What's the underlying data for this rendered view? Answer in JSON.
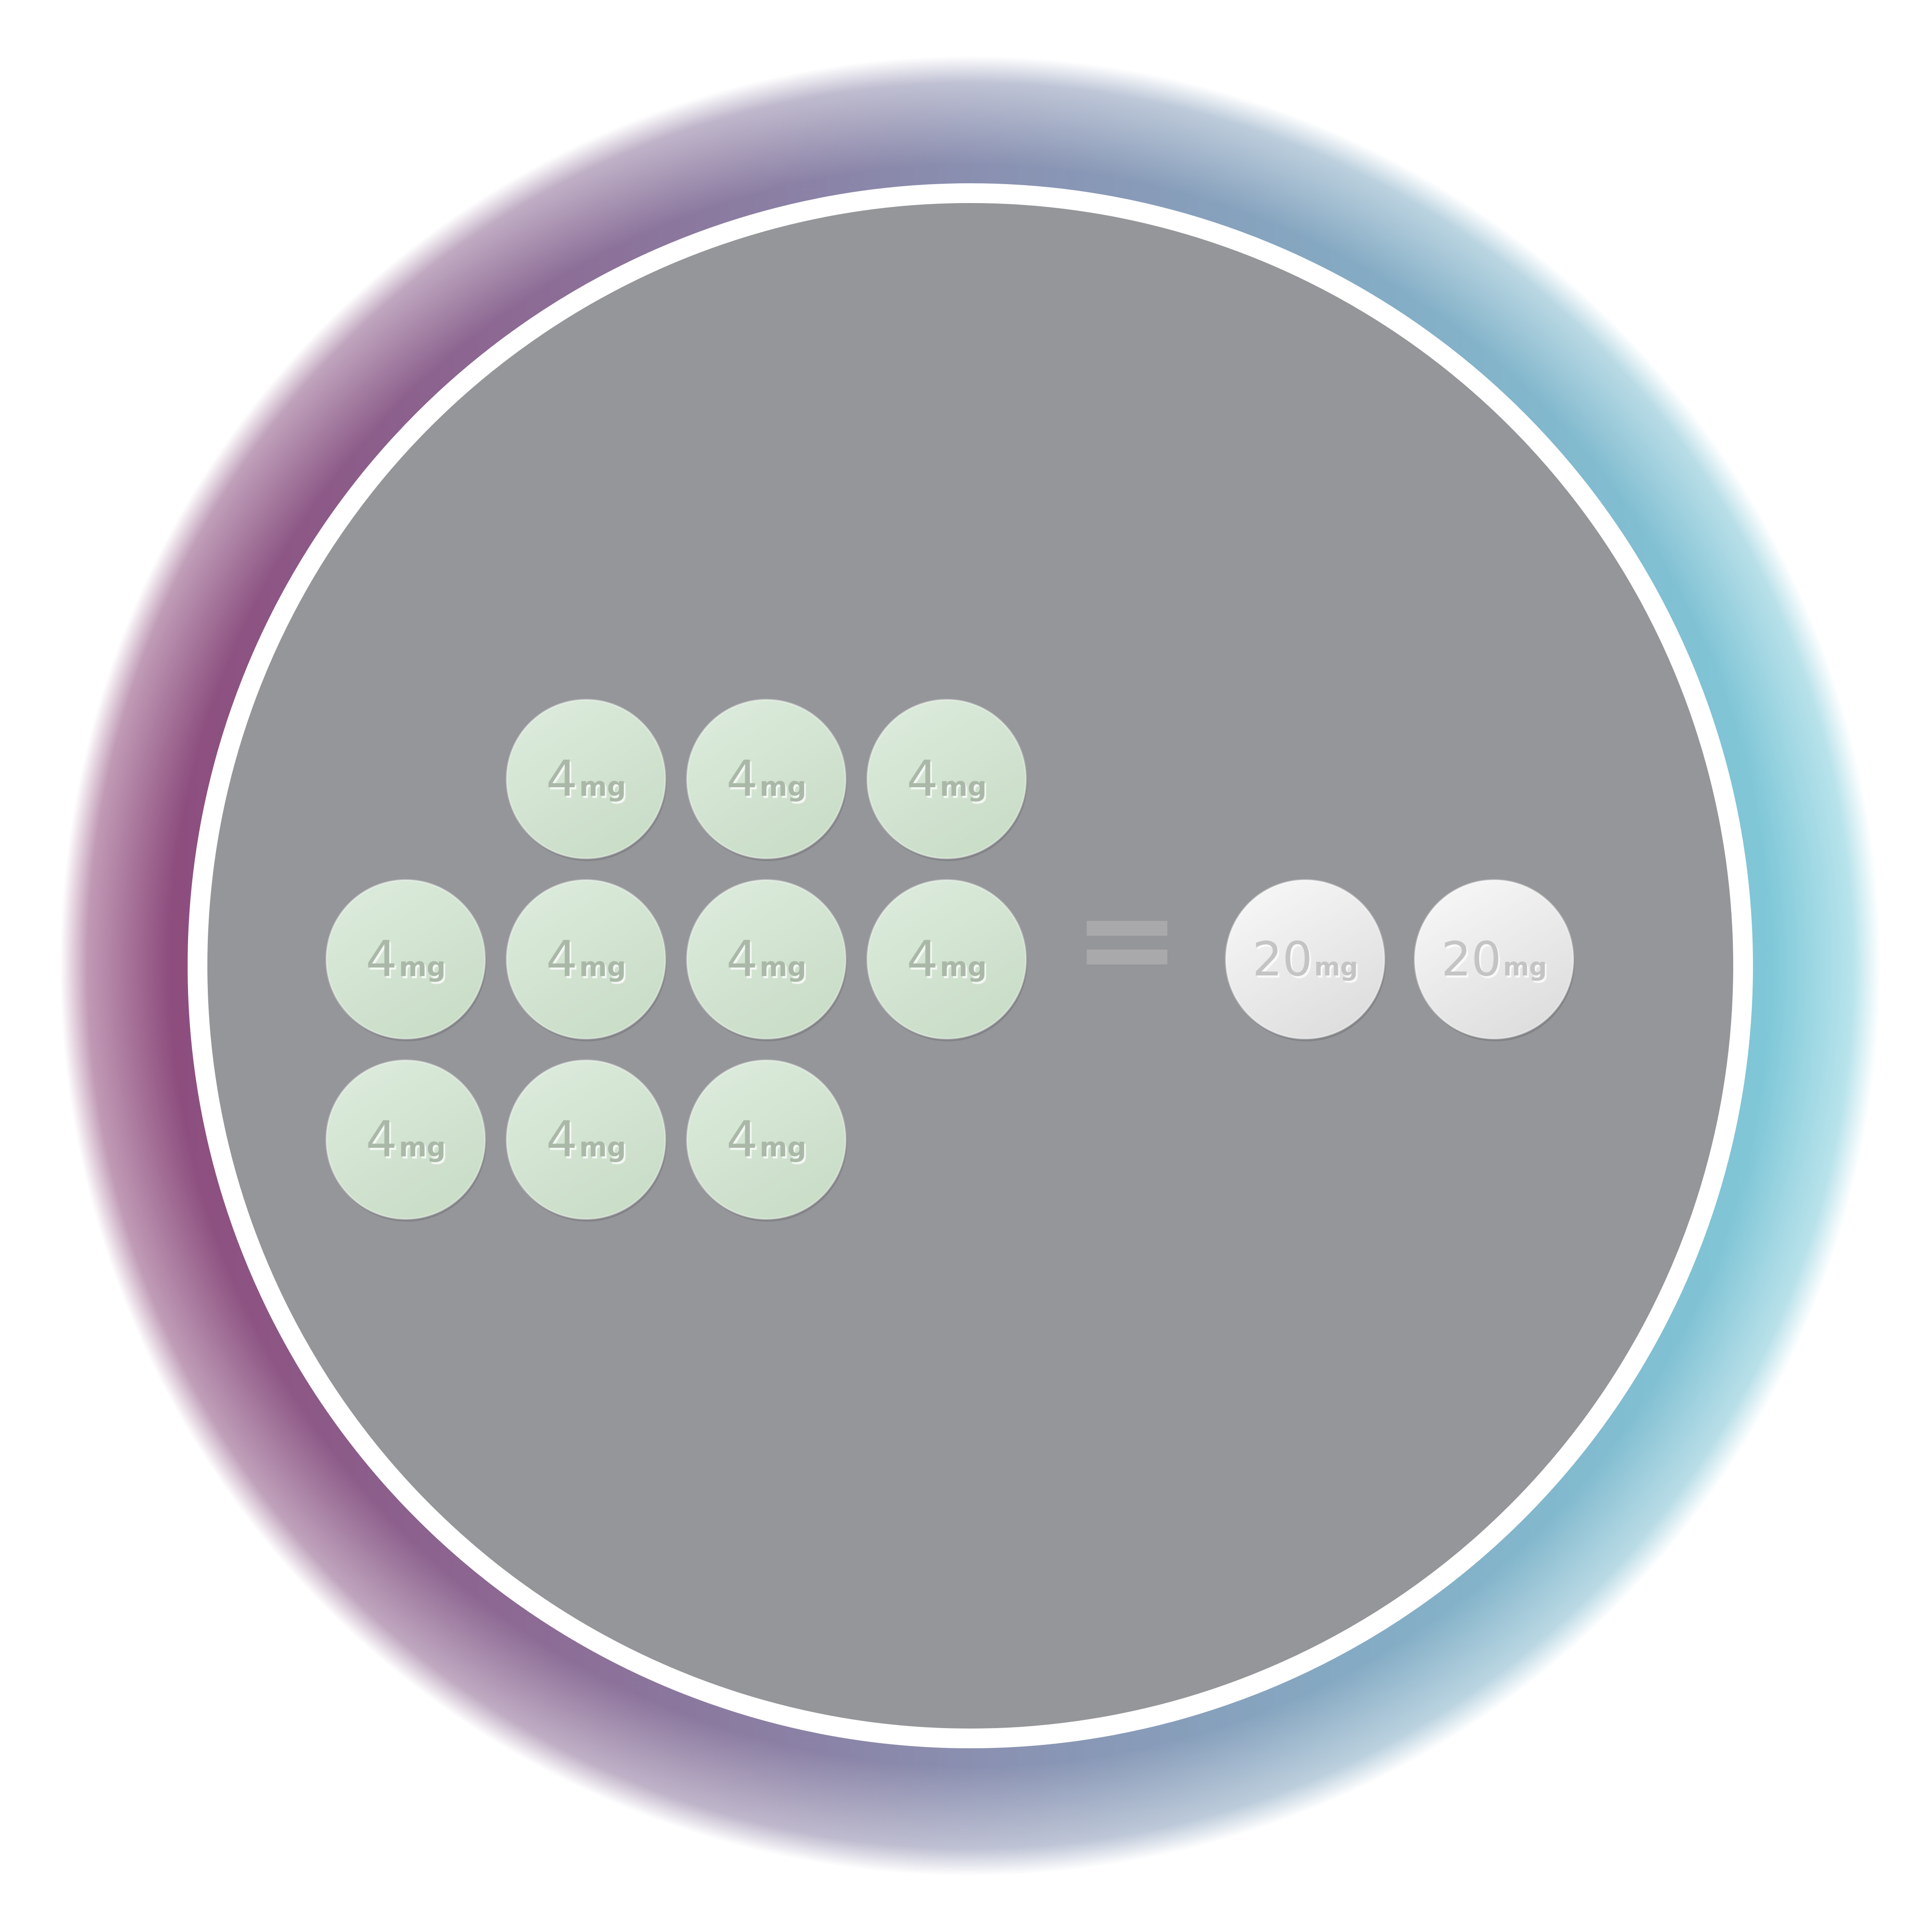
{
  "colors": {
    "ring_left": "#8e3f73",
    "ring_right": "#7dd3e0",
    "inner_fill": "#959699",
    "inner_border": "#ffffff",
    "small_pill_top": "#dcebdc",
    "small_pill_bottom": "#c8dcc6",
    "small_pill_text": "#aab8a8",
    "large_pill_top": "#f7f7f7",
    "large_pill_bottom": "#dcdcdc",
    "large_pill_text": "#c4c4c4",
    "equals_sign": "#a9a9ab"
  },
  "small_pills": [
    {
      "number": "4",
      "unit": "mg"
    },
    {
      "number": "4",
      "unit": "mg"
    },
    {
      "number": "4",
      "unit": "mg"
    },
    {
      "number": "4",
      "unit": "mg"
    },
    {
      "number": "4",
      "unit": "mg"
    },
    {
      "number": "4",
      "unit": "mg"
    },
    {
      "number": "4",
      "unit": "mg"
    },
    {
      "number": "4",
      "unit": "mg"
    },
    {
      "number": "4",
      "unit": "mg"
    },
    {
      "number": "4",
      "unit": "mg"
    }
  ],
  "equals": "=",
  "large_pills": [
    {
      "number": "20",
      "unit": "mg"
    },
    {
      "number": "20",
      "unit": "mg"
    }
  ]
}
